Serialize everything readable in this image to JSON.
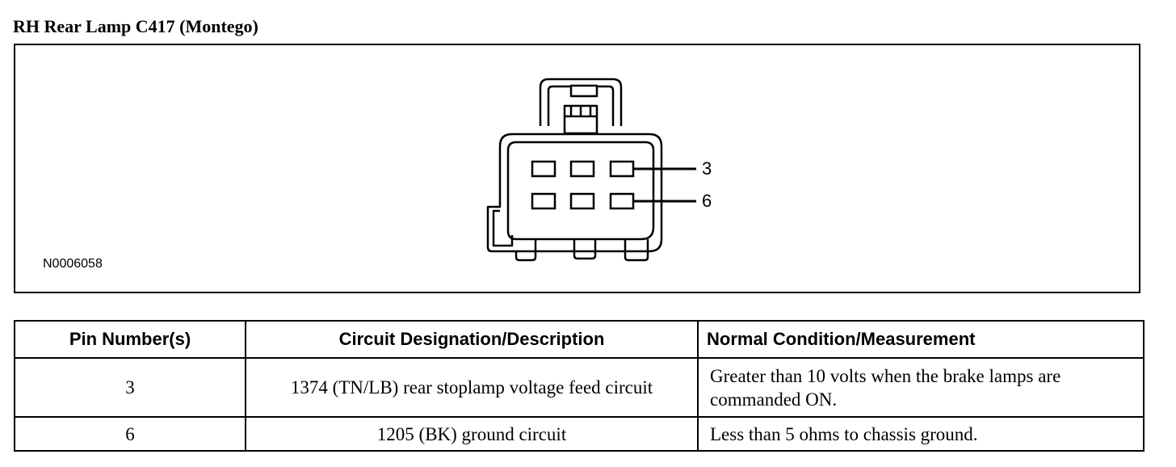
{
  "title": "RH Rear Lamp C417 (Montego)",
  "figure": {
    "id": "N0006058",
    "pin_labels": [
      "3",
      "6"
    ]
  },
  "table": {
    "headers": [
      "Pin Number(s)",
      "Circuit Designation/Description",
      "Normal Condition/Measurement"
    ],
    "rows": [
      [
        "3",
        "1374 (TN/LB) rear stoplamp voltage feed circuit",
        "Greater than 10 volts when the brake lamps are commanded ON."
      ],
      [
        "6",
        "1205 (BK) ground circuit",
        "Less than 5 ohms to chassis ground."
      ]
    ]
  }
}
